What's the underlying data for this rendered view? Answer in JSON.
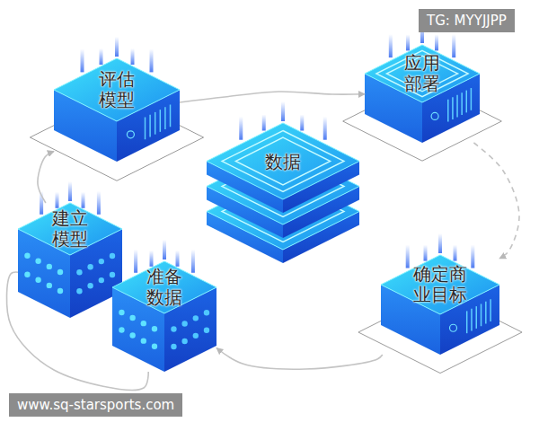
{
  "diagram": {
    "nodes": [
      {
        "text": [
          "评估模型"
        ]
      },
      {
        "text": [
          "应用部署"
        ]
      },
      {
        "text": [
          "数据"
        ]
      },
      {
        "text": [
          "建立模型"
        ]
      },
      {
        "text": [
          "准备数据"
        ]
      },
      {
        "text": [
          "确定商业目标"
        ]
      }
    ],
    "edges": [
      {
        "from": 0,
        "to": 1,
        "arrow": "to"
      },
      {
        "from": 1,
        "to": 5,
        "arrow": "to"
      },
      {
        "from": 5,
        "to": 4,
        "arrow": "to"
      },
      {
        "from": 4,
        "to": 3,
        "arrow": "none"
      },
      {
        "from": 3,
        "to": 0,
        "arrow": "to"
      }
    ],
    "labels": [
      "TG: MYYJJPP",
      "www.sq-starsports.com"
    ]
  }
}
